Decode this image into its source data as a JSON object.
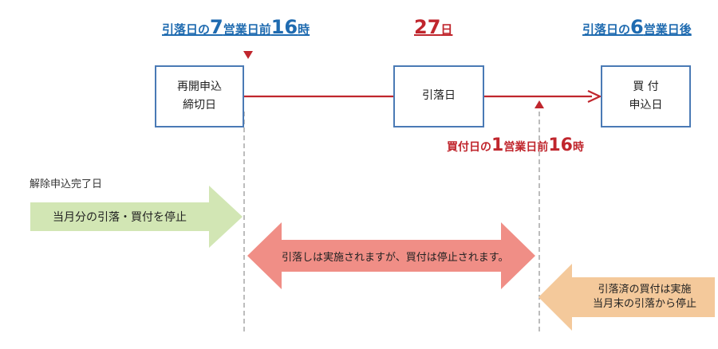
{
  "headers": {
    "left": {
      "p1": "引落日の",
      "n1": "7",
      "p2": "営業日前",
      "n2": "16",
      "p3": "時"
    },
    "center": {
      "n1": "27",
      "p1": "日"
    },
    "right": {
      "p1": "引落日の",
      "n1": "6",
      "p2": "営業日後"
    }
  },
  "boxes": {
    "restart_deadline": {
      "line1": "再開申込",
      "line2": "締切日"
    },
    "debit_day": {
      "line1": "引落日"
    },
    "purchase_apply": {
      "line1": "買 付",
      "line2": "申込日"
    }
  },
  "purchase_deadline": {
    "p1": "買付日の",
    "n1": "1",
    "p2": "営業日前",
    "n2": "16",
    "p3": "時"
  },
  "cancel_label": "解除申込完了日",
  "arrows": {
    "stop_all": "当月分の引落・買付を停止",
    "debit_only": "引落しは実施されますが、買付は停止されます。",
    "month_end_line1": "引落済の買付は実施",
    "month_end_line2": "当月末の引落から停止"
  },
  "colors": {
    "blue": "#1f6bb0",
    "red": "#c0262d",
    "box_border": "#4a7ab5",
    "green_arrow": "#d2e6b4",
    "red_arrow": "#f08e86",
    "orange_arrow": "#f4c99b",
    "dashed_line": "#999999"
  }
}
